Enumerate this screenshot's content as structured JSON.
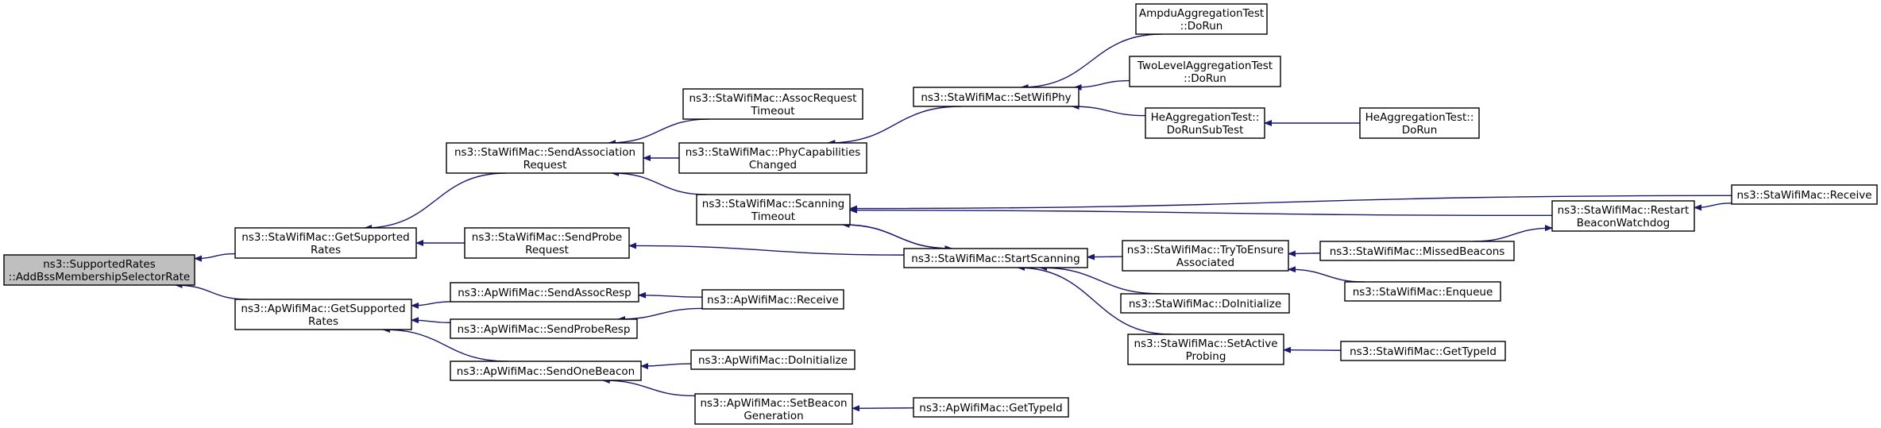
{
  "colors": {
    "edge": "#191970",
    "root_fill": "#bfbfbf",
    "node_fill": "#ffffff",
    "border": "#000000"
  },
  "nodes": [
    {
      "id": "root",
      "lines": [
        "ns3::SupportedRates",
        "::AddBssMembershipSelectorRate"
      ],
      "root": true
    },
    {
      "id": "sta_getsup",
      "lines": [
        "ns3::StaWifiMac::GetSupported",
        "Rates"
      ]
    },
    {
      "id": "ap_getsup",
      "lines": [
        "ns3::ApWifiMac::GetSupported",
        "Rates"
      ]
    },
    {
      "id": "sta_sendassoc",
      "lines": [
        "ns3::StaWifiMac::SendAssociation",
        "Request"
      ]
    },
    {
      "id": "sta_sendprobe",
      "lines": [
        "ns3::StaWifiMac::SendProbe",
        "Request"
      ]
    },
    {
      "id": "ap_sendassocresp",
      "lines": [
        "ns3::ApWifiMac::SendAssocResp"
      ]
    },
    {
      "id": "ap_sendproberesp",
      "lines": [
        "ns3::ApWifiMac::SendProbeResp"
      ]
    },
    {
      "id": "ap_sendonebeacon",
      "lines": [
        "ns3::ApWifiMac::SendOneBeacon"
      ]
    },
    {
      "id": "sta_assoctimeout",
      "lines": [
        "ns3::StaWifiMac::AssocRequest",
        "Timeout"
      ]
    },
    {
      "id": "sta_phycap",
      "lines": [
        "ns3::StaWifiMac::PhyCapabilities",
        "Changed"
      ]
    },
    {
      "id": "sta_scantimeout",
      "lines": [
        "ns3::StaWifiMac::Scanning",
        "Timeout"
      ]
    },
    {
      "id": "ap_receive",
      "lines": [
        "ns3::ApWifiMac::Receive"
      ]
    },
    {
      "id": "ap_doinit",
      "lines": [
        "ns3::ApWifiMac::DoInitialize"
      ]
    },
    {
      "id": "ap_setbeacongen",
      "lines": [
        "ns3::ApWifiMac::SetBeacon",
        "Generation"
      ]
    },
    {
      "id": "sta_setwifiphy",
      "lines": [
        "ns3::StaWifiMac::SetWifiPhy"
      ]
    },
    {
      "id": "sta_startscan",
      "lines": [
        "ns3::StaWifiMac::StartScanning"
      ]
    },
    {
      "id": "ap_gettypeid",
      "lines": [
        "ns3::ApWifiMac::GetTypeId"
      ]
    },
    {
      "id": "ampdu",
      "lines": [
        "AmpduAggregationTest",
        "::DoRun"
      ]
    },
    {
      "id": "twolevel",
      "lines": [
        "TwoLevelAggregationTest",
        "::DoRun"
      ]
    },
    {
      "id": "he_subtest",
      "lines": [
        "HeAggregationTest::",
        "DoRunSubTest"
      ]
    },
    {
      "id": "sta_trytoensure",
      "lines": [
        "ns3::StaWifiMac::TryToEnsure",
        "Associated"
      ]
    },
    {
      "id": "sta_doinit",
      "lines": [
        "ns3::StaWifiMac::DoInitialize"
      ]
    },
    {
      "id": "sta_setactive",
      "lines": [
        "ns3::StaWifiMac::SetActive",
        "Probing"
      ]
    },
    {
      "id": "he_dorun",
      "lines": [
        "HeAggregationTest::",
        "DoRun"
      ]
    },
    {
      "id": "sta_missed",
      "lines": [
        "ns3::StaWifiMac::MissedBeacons"
      ]
    },
    {
      "id": "sta_enqueue",
      "lines": [
        "ns3::StaWifiMac::Enqueue"
      ]
    },
    {
      "id": "sta_gettypeid",
      "lines": [
        "ns3::StaWifiMac::GetTypeId"
      ]
    },
    {
      "id": "sta_restart",
      "lines": [
        "ns3::StaWifiMac::Restart",
        "BeaconWatchdog"
      ]
    },
    {
      "id": "sta_receive",
      "lines": [
        "ns3::StaWifiMac::Receive"
      ]
    }
  ],
  "edges": [
    {
      "from": "sta_getsup",
      "to": "root"
    },
    {
      "from": "ap_getsup",
      "to": "root"
    },
    {
      "from": "sta_sendassoc",
      "to": "sta_getsup"
    },
    {
      "from": "sta_sendprobe",
      "to": "sta_getsup"
    },
    {
      "from": "ap_sendassocresp",
      "to": "ap_getsup"
    },
    {
      "from": "ap_sendproberesp",
      "to": "ap_getsup"
    },
    {
      "from": "ap_sendonebeacon",
      "to": "ap_getsup"
    },
    {
      "from": "sta_assoctimeout",
      "to": "sta_sendassoc"
    },
    {
      "from": "sta_phycap",
      "to": "sta_sendassoc"
    },
    {
      "from": "sta_scantimeout",
      "to": "sta_sendassoc"
    },
    {
      "from": "sta_startscan",
      "to": "sta_sendprobe"
    },
    {
      "from": "ap_receive",
      "to": "ap_sendassocresp"
    },
    {
      "from": "ap_receive",
      "to": "ap_sendproberesp"
    },
    {
      "from": "ap_doinit",
      "to": "ap_sendonebeacon"
    },
    {
      "from": "ap_setbeacongen",
      "to": "ap_sendonebeacon"
    },
    {
      "from": "sta_setwifiphy",
      "to": "sta_phycap"
    },
    {
      "from": "sta_startscan",
      "to": "sta_scantimeout"
    },
    {
      "from": "sta_scantimeout",
      "to": "sta_startscan"
    },
    {
      "from": "sta_restart",
      "to": "sta_scantimeout"
    },
    {
      "from": "sta_receive",
      "to": "sta_scantimeout"
    },
    {
      "from": "ap_gettypeid",
      "to": "ap_setbeacongen"
    },
    {
      "from": "ampdu",
      "to": "sta_setwifiphy"
    },
    {
      "from": "twolevel",
      "to": "sta_setwifiphy"
    },
    {
      "from": "he_subtest",
      "to": "sta_setwifiphy"
    },
    {
      "from": "sta_trytoensure",
      "to": "sta_startscan"
    },
    {
      "from": "sta_doinit",
      "to": "sta_startscan"
    },
    {
      "from": "sta_setactive",
      "to": "sta_startscan"
    },
    {
      "from": "he_dorun",
      "to": "he_subtest"
    },
    {
      "from": "sta_missed",
      "to": "sta_trytoensure"
    },
    {
      "from": "sta_enqueue",
      "to": "sta_trytoensure"
    },
    {
      "from": "sta_gettypeid",
      "to": "sta_setactive"
    },
    {
      "from": "sta_missed",
      "to": "sta_restart"
    },
    {
      "from": "sta_receive",
      "to": "sta_restart"
    }
  ]
}
